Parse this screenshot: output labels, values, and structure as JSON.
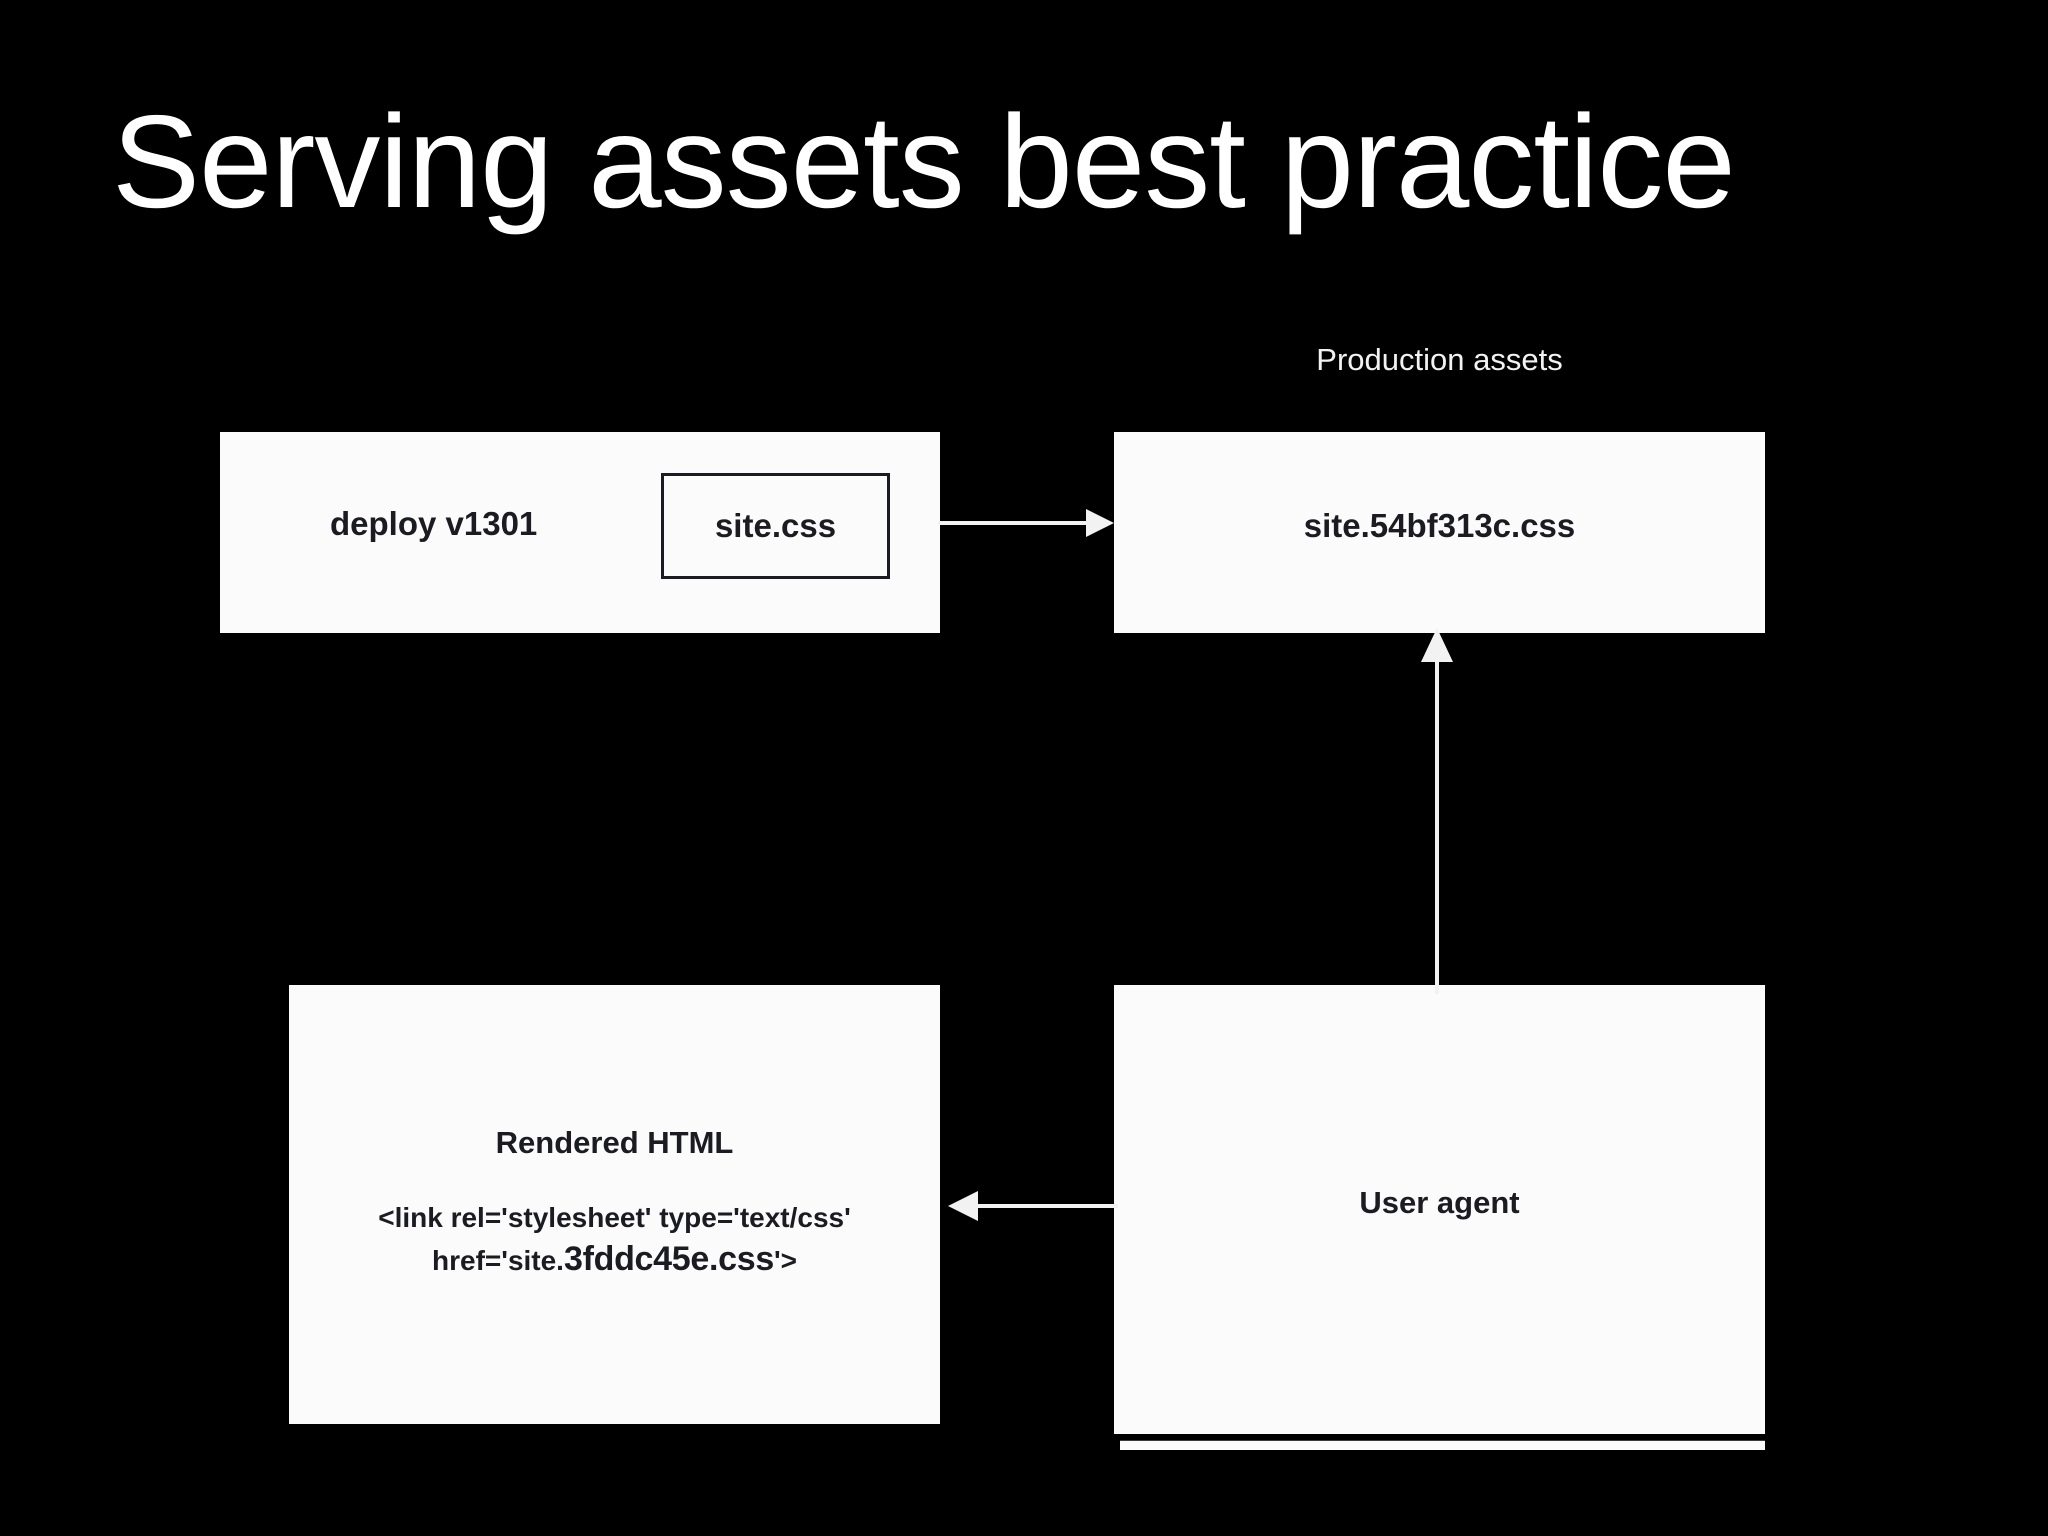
{
  "slide": {
    "title": "Serving assets best practice",
    "background_color": "#000000",
    "title_color": "#ffffff",
    "box_fill_color": "#fbfbfb",
    "box_text_color": "#1b1b22",
    "arrow_color": "#f2f2f2"
  },
  "diagram": {
    "type": "flow-diagram",
    "caption_production": "Production assets",
    "nodes": {
      "deploy": {
        "label": "deploy v1301",
        "inner_box_label": "site.css"
      },
      "production": {
        "label": "site.54bf313c.css"
      },
      "rendered_html": {
        "title": "Rendered HTML",
        "code_line_1": "<link rel='stylesheet' type='text/css'",
        "code_line_2_prefix": "href='site.",
        "code_line_2_hash": "3fddc45e.css",
        "code_line_2_suffix": "'>"
      },
      "user_agent": {
        "label": "User agent"
      }
    },
    "arrows": [
      {
        "name": "deploy-to-production",
        "direction": "right"
      },
      {
        "name": "useragent-to-production",
        "direction": "up"
      },
      {
        "name": "useragent-to-rendered-html",
        "direction": "left"
      }
    ]
  }
}
